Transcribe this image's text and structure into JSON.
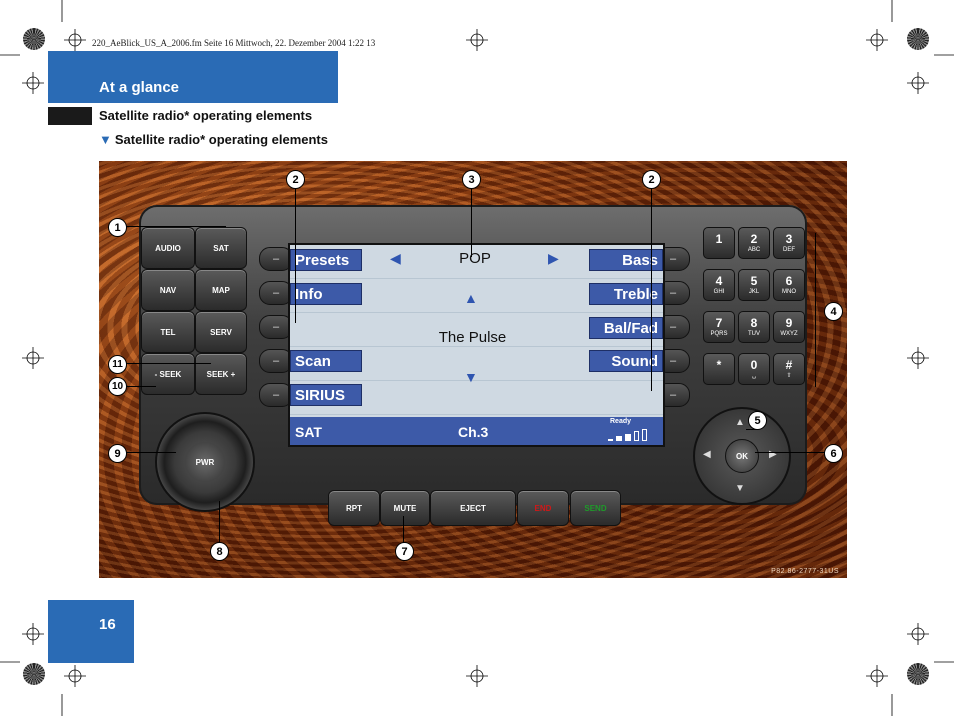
{
  "header": {
    "file_line": "220_AeBlick_US_A_2006.fm  Seite 16  Mittwoch, 22. Dezember 2004  1:22 13"
  },
  "section": {
    "tab_title": "At a glance",
    "title": "Satellite radio* operating elements",
    "subtitle": "Satellite radio* operating elements",
    "subtitle_marker": "▼"
  },
  "page": {
    "number": "16"
  },
  "figure": {
    "code": "P82.86-2777-31US",
    "left_buttons": [
      [
        "AUDIO",
        "SAT"
      ],
      [
        "NAV",
        "MAP"
      ],
      [
        "TEL",
        "SERV"
      ],
      [
        "- SEEK",
        "SEEK +"
      ]
    ],
    "bottom_buttons": [
      "RPT",
      "MUTE",
      "EJECT",
      "END",
      "SEND"
    ],
    "knob_label": "PWR",
    "ok_label": "OK",
    "screen": {
      "left_soft": [
        "Presets",
        "Info",
        "",
        "Scan",
        "SIRIUS"
      ],
      "right_soft": [
        "Bass",
        "Treble",
        "Bal/Fad",
        "Sound",
        ""
      ],
      "category": "POP",
      "station": "The Pulse",
      "band": "SAT",
      "channel": "Ch.3",
      "ready": "Ready",
      "arrow_left": "◀",
      "arrow_right": "▶",
      "arrow_up": "▲",
      "arrow_down": "▼",
      "soft_dash": "–"
    },
    "keypad": [
      {
        "d": "1",
        "l": ""
      },
      {
        "d": "2",
        "l": "ABC"
      },
      {
        "d": "3",
        "l": "DEF"
      },
      {
        "d": "4",
        "l": "GHI"
      },
      {
        "d": "5",
        "l": "JKL"
      },
      {
        "d": "6",
        "l": "MNO"
      },
      {
        "d": "7",
        "l": "PQRS"
      },
      {
        "d": "8",
        "l": "TUV"
      },
      {
        "d": "9",
        "l": "WXYZ"
      },
      {
        "d": "*",
        "l": ""
      },
      {
        "d": "0",
        "l": "␣"
      },
      {
        "d": "#",
        "l": "⇧"
      }
    ],
    "callouts": [
      "1",
      "2",
      "3",
      "2",
      "4",
      "5",
      "6",
      "7",
      "8",
      "9",
      "10",
      "11"
    ]
  },
  "colors": {
    "tab_blue": "#2a6bb5",
    "screen_label_blue": "#3d5aa8",
    "end_red": "#d01818",
    "send_green": "#1f9a2a"
  }
}
